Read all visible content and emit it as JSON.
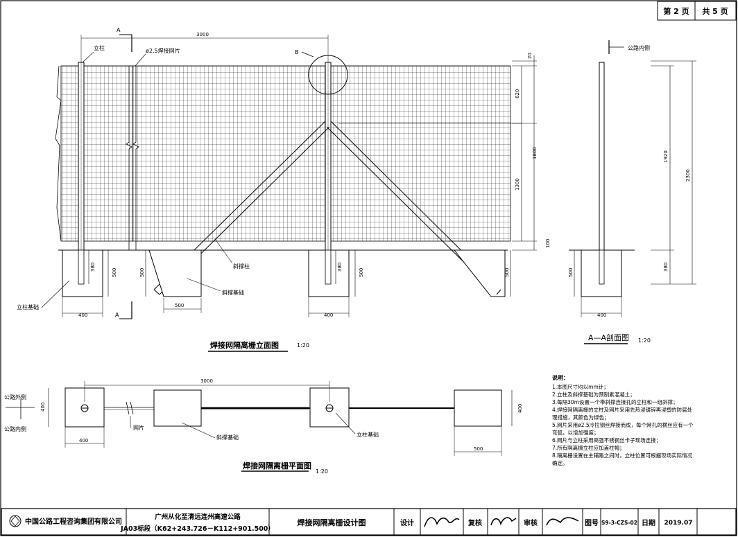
{
  "page": {
    "current": "第 2 页",
    "total": "共 5 页"
  },
  "elevation": {
    "title": "焊接网隔离栅立面图",
    "scale": "1:20",
    "section_mark": "A",
    "detail_mark": "B",
    "labels": {
      "post": "立柱",
      "mesh": "ø2.5焊接网片",
      "brace": "斜撑柱",
      "brace_foundation": "斜撑基础",
      "post_foundation": "立柱基础"
    },
    "dims": {
      "span": "3000",
      "top_gap": "20",
      "d620": "620",
      "d1800": "1800",
      "d1300": "1300",
      "d100": "100",
      "d380a": "380",
      "d500a": "500",
      "d500b": "500",
      "d500c": "500",
      "d380b": "380",
      "d500d": "500",
      "d400a": "400",
      "d400b": "400"
    }
  },
  "section": {
    "title": "A—A剖面图",
    "scale": "1:20",
    "road_inner": "公路内侧",
    "dims": {
      "d1920": "1920",
      "d2300": "2300",
      "d380": "380",
      "d500": "500",
      "d400": "400"
    }
  },
  "plan": {
    "title": "焊接网隔离栅平面图",
    "scale": "1:20",
    "road_outer": "公路外侧",
    "road_inner": "公路内侧",
    "labels": {
      "mesh": "网片",
      "brace_foundation": "斜撑基础",
      "post_foundation": "立柱基础"
    },
    "dims": {
      "span": "3000",
      "d400_left": "400",
      "d400_bottom": "400",
      "d400_right": "400",
      "d500": "500"
    }
  },
  "notes": {
    "title": "说明：",
    "items": [
      "1.本图尺寸均以mm计；",
      "2.立柱及斜撑基础为预制素混凝土；",
      "3.每隔30m设置一个带斜撑连接孔的立柱和一组斜撑；",
      "4.焊接网隔离栅的立柱及网片采用先热浸镀锌再浸塑的防腐处理措施，其颜色为绿色；",
      "5.网片采用ø2.5冷拉钢丝焊接而成，每个网孔的横丝应有一个弯弧，以增加强度；",
      "6.网片与立柱采用高强不锈钢丝卡子现场连接；",
      "7.所有隔离栅立柱应加盖柱帽；",
      "8.隔离栅设置在主辅路之间时，立柱位置可根据现场实际情况确定。"
    ]
  },
  "titleblock": {
    "company": "中国公路工程咨询集团有限公司",
    "project_line1": "广州从化至清远连州高速公路",
    "project_line2": "JA03标段（K62+243.726－K112+901.500）",
    "drawing_title": "焊接网隔离栅设计图",
    "design": "设计",
    "review": "复核",
    "check": "审核",
    "drawing_no_label": "图号",
    "drawing_no": "S9-3-CZS-02",
    "date_label": "日期",
    "date": "2019.07"
  },
  "colors": {
    "line": "#000000",
    "bg": "#ffffff",
    "watermark": "#bfc9d6"
  }
}
